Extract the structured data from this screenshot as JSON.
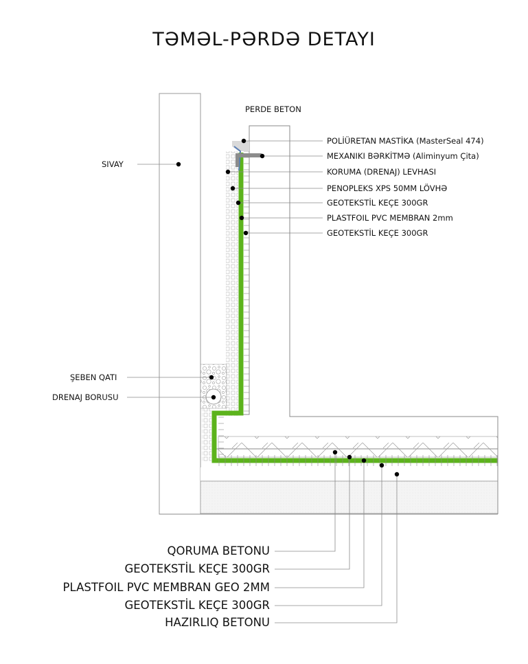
{
  "title": "TƏMƏL-PƏRDƏ  DETAYI",
  "labels": {
    "perde_beton": "PERDE BETON",
    "sivay": "SIVAY",
    "seben_qati": "ŞEBEN QATI",
    "drenaj_borusu": "DRENAJ BORUSU"
  },
  "wall_layers": [
    {
      "label": "POLİÜRETAN MASTİKA (MasterSeal 474)"
    },
    {
      "label": "MEXANIKI BƏRKİTMƏ (Aliminyum Çita)"
    },
    {
      "label": "KORUMA (DRENAJ) LEVHASI"
    },
    {
      "label": "PENOPLEKS XPS 50MM LÖVHƏ"
    },
    {
      "label": "GEOTEKSTİL KEÇE 300GR"
    },
    {
      "label": "PLASTFOIL PVC MEMBRAN 2mm"
    },
    {
      "label": "GEOTEKSTİL KEÇE 300GR"
    }
  ],
  "floor_layers": [
    {
      "label": "QORUMA BETONU"
    },
    {
      "label": "GEOTEKSTİL KEÇE 300GR"
    },
    {
      "label": "PLASTFOIL PVC MEMBRAN GEO 2MM"
    },
    {
      "label": "GEOTEKSTİL KEÇE 300GR"
    },
    {
      "label": "HAZIRLIQ BETONU"
    }
  ],
  "colors": {
    "membrane_green": "#5cb31c",
    "line": "#8a8a8a",
    "mastic": "#d9d9d9",
    "bracket": "#8c8c8c",
    "drain_board": "#5b7fb5"
  }
}
